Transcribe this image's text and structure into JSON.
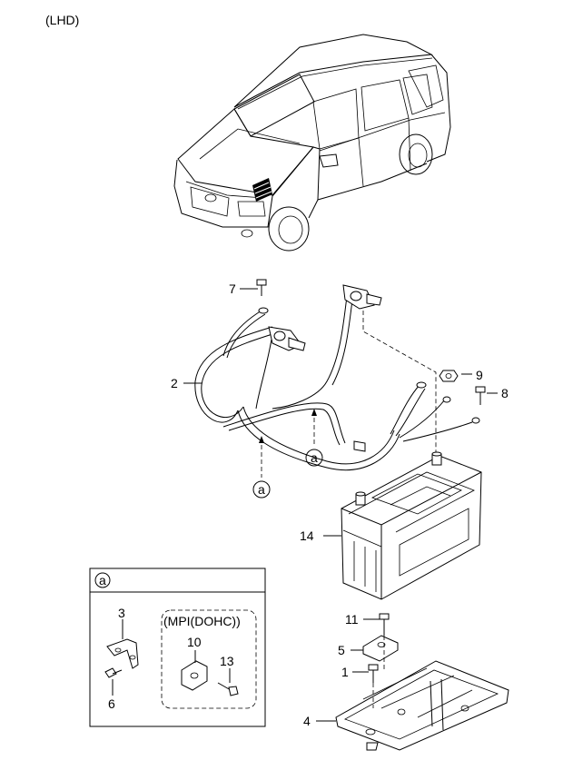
{
  "header": {
    "drive_label": "(LHD)"
  },
  "callouts": {
    "p1": "1",
    "p2": "2",
    "p3": "3",
    "p4": "4",
    "p5": "5",
    "p6": "6",
    "p7": "7",
    "p8": "8",
    "p9": "9",
    "p10": "10",
    "p11": "11",
    "p13": "13",
    "p14": "14"
  },
  "ref_marker": "a",
  "detail_box": {
    "marker": "a",
    "variant_label": "(MPI(DOHC))"
  }
}
